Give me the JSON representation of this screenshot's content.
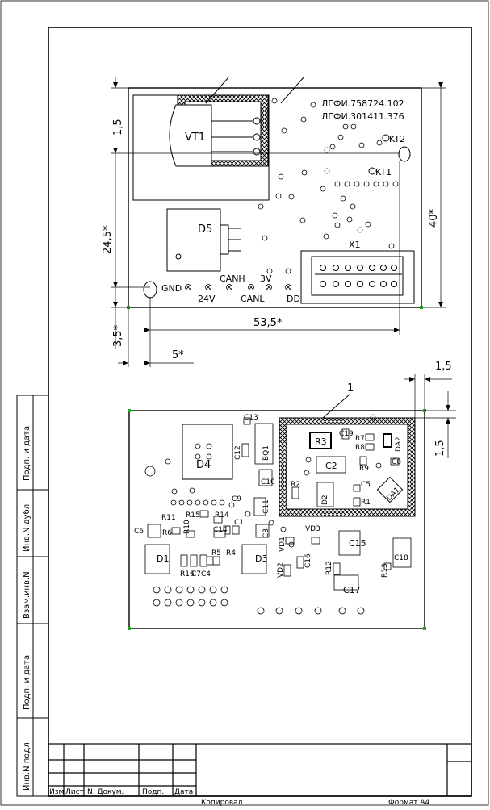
{
  "board_top": {
    "doc_numbers": [
      "ЛГФИ.758724.102",
      "ЛГФИ.301411.376"
    ],
    "components": {
      "vt1": "VT1",
      "d5": "D5",
      "kt1": "KT1",
      "kt2": "KT2",
      "x1": "X1"
    },
    "pins": {
      "gnd": "GND",
      "canh": "CANH",
      "v3": "3V",
      "v24": "24V",
      "canl": "CANL",
      "dd": "DD"
    },
    "dims": {
      "d15": "1,5",
      "d245": "24,5*",
      "d35": "3,5*",
      "d5": "5*",
      "d535": "53,5*",
      "d40": "40*"
    }
  },
  "board_bottom": {
    "callout": "1",
    "dims": {
      "d15a": "1,5",
      "d15b": "1,5"
    },
    "components": {
      "c13": "C13",
      "bq1": "BQ1",
      "c12": "C12",
      "d4": "D4",
      "c10": "C10",
      "r3": "R3",
      "c19": "C19",
      "r7": "R7",
      "r8": "R8",
      "da2": "DA2",
      "c8": "C8",
      "c2": "C2",
      "r9": "R9",
      "r2": "R2",
      "d2": "D2",
      "c5": "C5",
      "r1": "R1",
      "da1": "DA1",
      "c9": "C9",
      "c11": "C11",
      "r11": "R11",
      "r15": "R15",
      "r14": "R14",
      "c14": "C14",
      "c1": "C1",
      "c6": "C6",
      "r6": "R6",
      "r10": "R10",
      "c3": "C3",
      "vd1": "VD1",
      "vd3": "VD3",
      "c15": "C15",
      "c18": "C18",
      "r5": "R5",
      "r4": "R4",
      "d1": "D1",
      "d3": "D3",
      "vd2": "VD2",
      "c16": "C16",
      "r12": "R12",
      "r13": "R13",
      "r16": "R16",
      "c7": "C7",
      "c4": "C4",
      "c17": "C17"
    }
  },
  "side_stamp": [
    "Подп. и дата",
    "Инв.N дубл",
    "Взам.инв.N",
    "Подп. и дата",
    "Инв.N подл"
  ],
  "title_block": {
    "cols": [
      "Изм",
      "Лист",
      "N. Докум.",
      "Подп.",
      "Дата"
    ],
    "copied": "Копировал",
    "format": "Формат A4"
  }
}
